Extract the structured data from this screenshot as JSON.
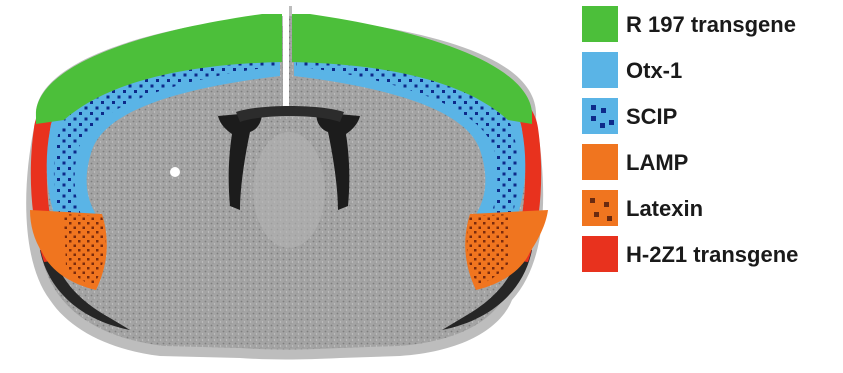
{
  "legend": {
    "items": [
      {
        "label": "R 197 transgene",
        "color": "#4cbf3a",
        "pattern": "solid"
      },
      {
        "label": "Otx-1",
        "color": "#5ab4e6",
        "pattern": "solid"
      },
      {
        "label": "SCIP",
        "color": "#5ab4e6",
        "pattern": "dots",
        "dot_color": "#0d2a8a"
      },
      {
        "label": "LAMP",
        "color": "#f0751f",
        "pattern": "solid"
      },
      {
        "label": "Latexin",
        "color": "#f0751f",
        "pattern": "dots",
        "dot_color": "#6a2a10"
      },
      {
        "label": "H-2Z1 transgene",
        "color": "#e8321e",
        "pattern": "solid"
      }
    ]
  },
  "section": {
    "tissue_color": "#a7a7a7",
    "dark_tissue_color": "#2a2a2a",
    "ventricle_color": "#1c1c1c"
  }
}
